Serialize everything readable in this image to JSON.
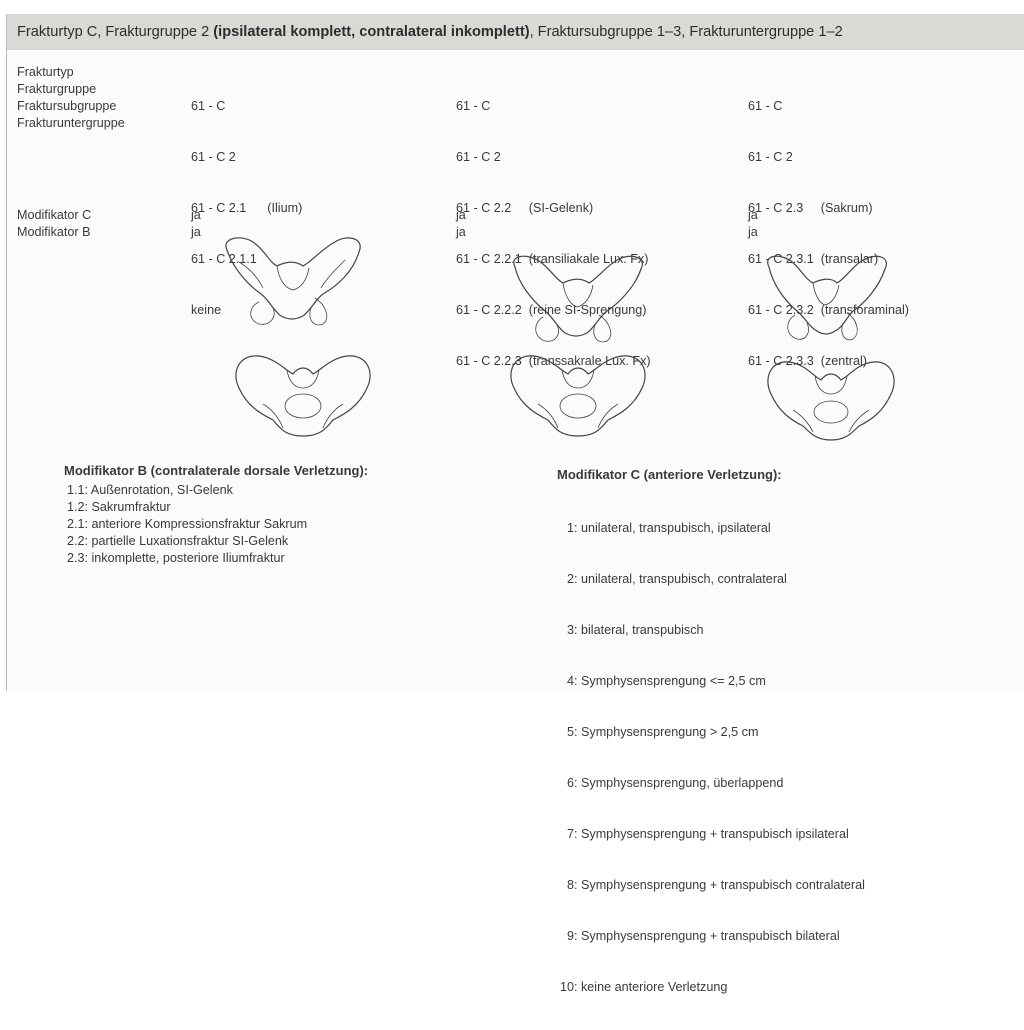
{
  "header": {
    "part1": "Frakturtyp C, Frakturgruppe 2 ",
    "part2_bold": "(ipsilateral komplett, contralateral inkomplett)",
    "part3": ", Fraktursubgruppe 1–3, Frakturuntergruppe 1–2"
  },
  "row_labels": [
    "Frakturtyp",
    "Frakturgruppe",
    "Fraktursubgruppe",
    "Frakturuntergruppe"
  ],
  "modifier_labels": [
    "Modifikator C",
    "Modifikator B"
  ],
  "columns": [
    {
      "lines": [
        "61 - C",
        "61 - C 2",
        "61 - C 2.1      (Ilium)",
        "61 - C 2.1.1",
        "keine"
      ],
      "modifiers": [
        "ja",
        "ja"
      ]
    },
    {
      "lines": [
        "61 - C",
        "61 - C 2",
        "61 - C 2.2     (SI-Gelenk)",
        "61 - C 2.2.1  (transiliakale Lux. Fx)",
        "61 - C 2.2.2  (reine SI-Sprengung)",
        "61 - C 2.2.3  (transsakrale Lux. Fx)"
      ],
      "modifiers": [
        "ja",
        "ja"
      ]
    },
    {
      "lines": [
        "61 - C",
        "61 - C 2",
        "61 - C 2.3     (Sakrum)",
        "61 - C 2.3.1  (transalar)",
        "61 - C 2.3.2  (transforaminal)",
        "61 - C 2.3.3  (zentral)"
      ],
      "modifiers": [
        "ja",
        "ja"
      ]
    }
  ],
  "legend_b": {
    "title": "Modifikator B (contralaterale dorsale Verletzung):",
    "items": [
      "1.1: Außenrotation, SI-Gelenk",
      "1.2: Sakrumfraktur",
      "2.1: anteriore Kompressionsfraktur Sakrum",
      "2.2: partielle Luxationsfraktur SI-Gelenk",
      "2.3: inkomplette, posteriore Iliumfraktur"
    ]
  },
  "legend_c": {
    "title": "Modifikator C (anteriore Verletzung):",
    "items": [
      "  1: unilateral, transpubisch, ipsilateral",
      "  2: unilateral, transpubisch, contralateral",
      "  3: bilateral, transpubisch",
      "  4: Symphysensprengung <= 2,5 cm",
      "  5: Symphysensprengung > 2,5 cm",
      "  6: Symphysensprengung, überlappend",
      "  7: Symphysensprengung + transpubisch ipsilateral",
      "  8: Symphysensprengung + transpubisch contralateral",
      "  9: Symphysensprengung + transpubisch bilateral",
      "10: keine anteriore Verletzung"
    ]
  }
}
